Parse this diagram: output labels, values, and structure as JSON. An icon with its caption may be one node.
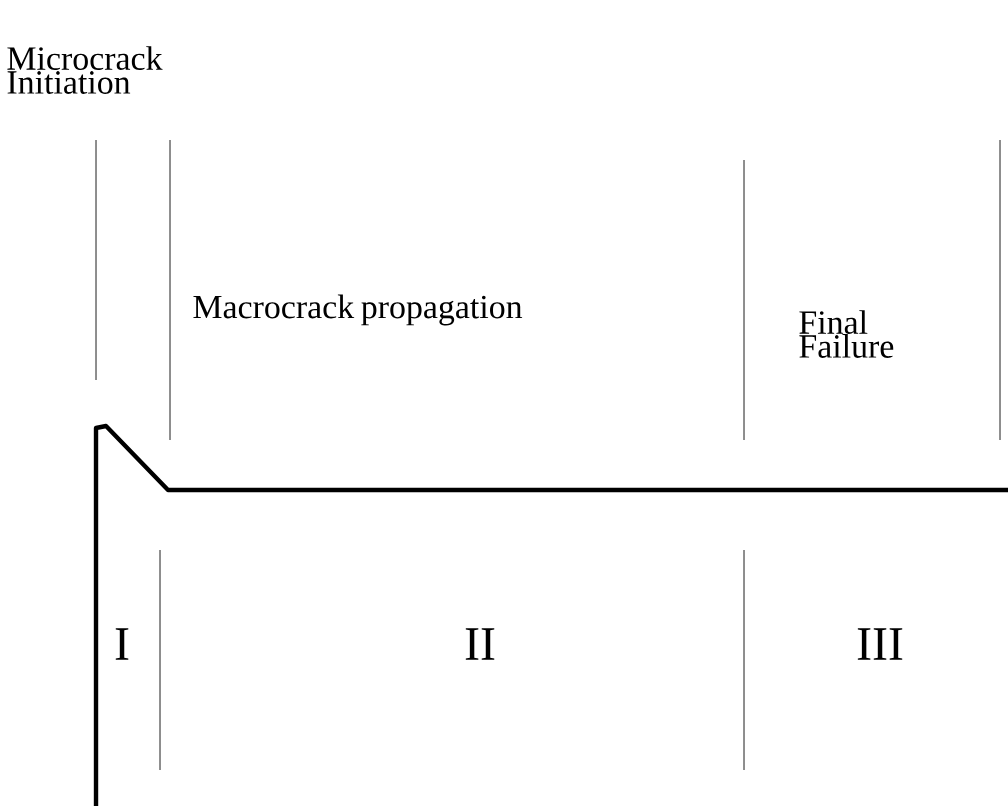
{
  "diagram": {
    "labels": [
      "Microcrack Initiation",
      "Macrocrack propagation",
      "Final Failure",
      "I",
      "II",
      "III"
    ]
  }
}
